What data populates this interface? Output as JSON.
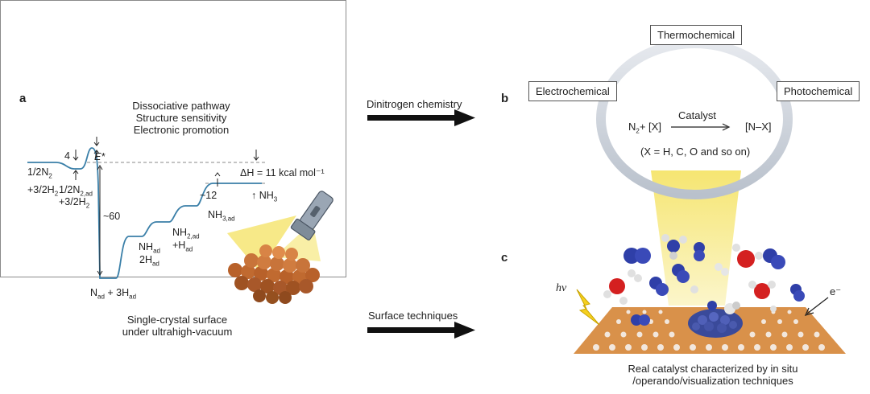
{
  "panel_a": {
    "label": "a",
    "title_lines": [
      "Dissociative pathway",
      "Structure sensitivity",
      "Electronic promotion"
    ],
    "footer_lines": [
      "Single-crystal surface",
      "under ultrahigh-vacuum"
    ],
    "dh_label": "ΔH = 11 kcal mol⁻¹",
    "values": {
      "barrier_small": "4",
      "ea_label": "E*",
      "well_depth": "~60",
      "nh3_step": "~12"
    },
    "species": {
      "n2_start_1": "1/2N",
      "n2_start_sub": "2",
      "h2_start_1": "+3/2H",
      "h2_start_sub": "2",
      "n2ad_1": "1/2N",
      "n2ad_sub": "2,ad",
      "h2ad_1": "+3/2H",
      "h2ad_sub": "2",
      "nad_1": "N",
      "nad_sub": "ad",
      "nad_2": " + 3H",
      "nad_sub2": "ad",
      "nhad_1": "NH",
      "nhad_sub": "ad",
      "nhad_2": "2H",
      "nhad_sub2": "ad",
      "nh2ad_1": "NH",
      "nh2ad_sub": "2,ad",
      "nh2ad_2": "+H",
      "nh2ad_sub2": "ad",
      "nh3ad_1": "NH",
      "nh3ad_sub": "3,ad",
      "nh3_1": "↑ NH",
      "nh3_sub": "3"
    }
  },
  "arrows": {
    "top_label": "Dinitrogen chemistry",
    "bottom_label": "Surface techniques"
  },
  "panel_b": {
    "label": "b",
    "modes": {
      "thermo": "Thermochemical",
      "electro": "Electrochemical",
      "photo": "Photochemical"
    },
    "reaction_left_1": "N",
    "reaction_left_sub": "2",
    "reaction_left_2": "+ [X]",
    "catalyst": "Catalyst",
    "reaction_right": "[N–X]",
    "note": "(X = H, C, O and so on)"
  },
  "panel_c": {
    "label": "c",
    "hv_label": "hν",
    "electron_label": "e⁻",
    "caption_lines": [
      "Real catalyst characterized by in situ",
      "/operando/visualization techniques"
    ]
  },
  "colors": {
    "energy_curve": "#3a7fa8",
    "arrow": "#111111",
    "ring": "#c9cfd8",
    "light_beam": "#f5e46a",
    "atom_copper": "#b8612a",
    "atom_n": "#2f3fa8",
    "atom_o": "#d42020",
    "atom_h": "#e6e6e6"
  }
}
